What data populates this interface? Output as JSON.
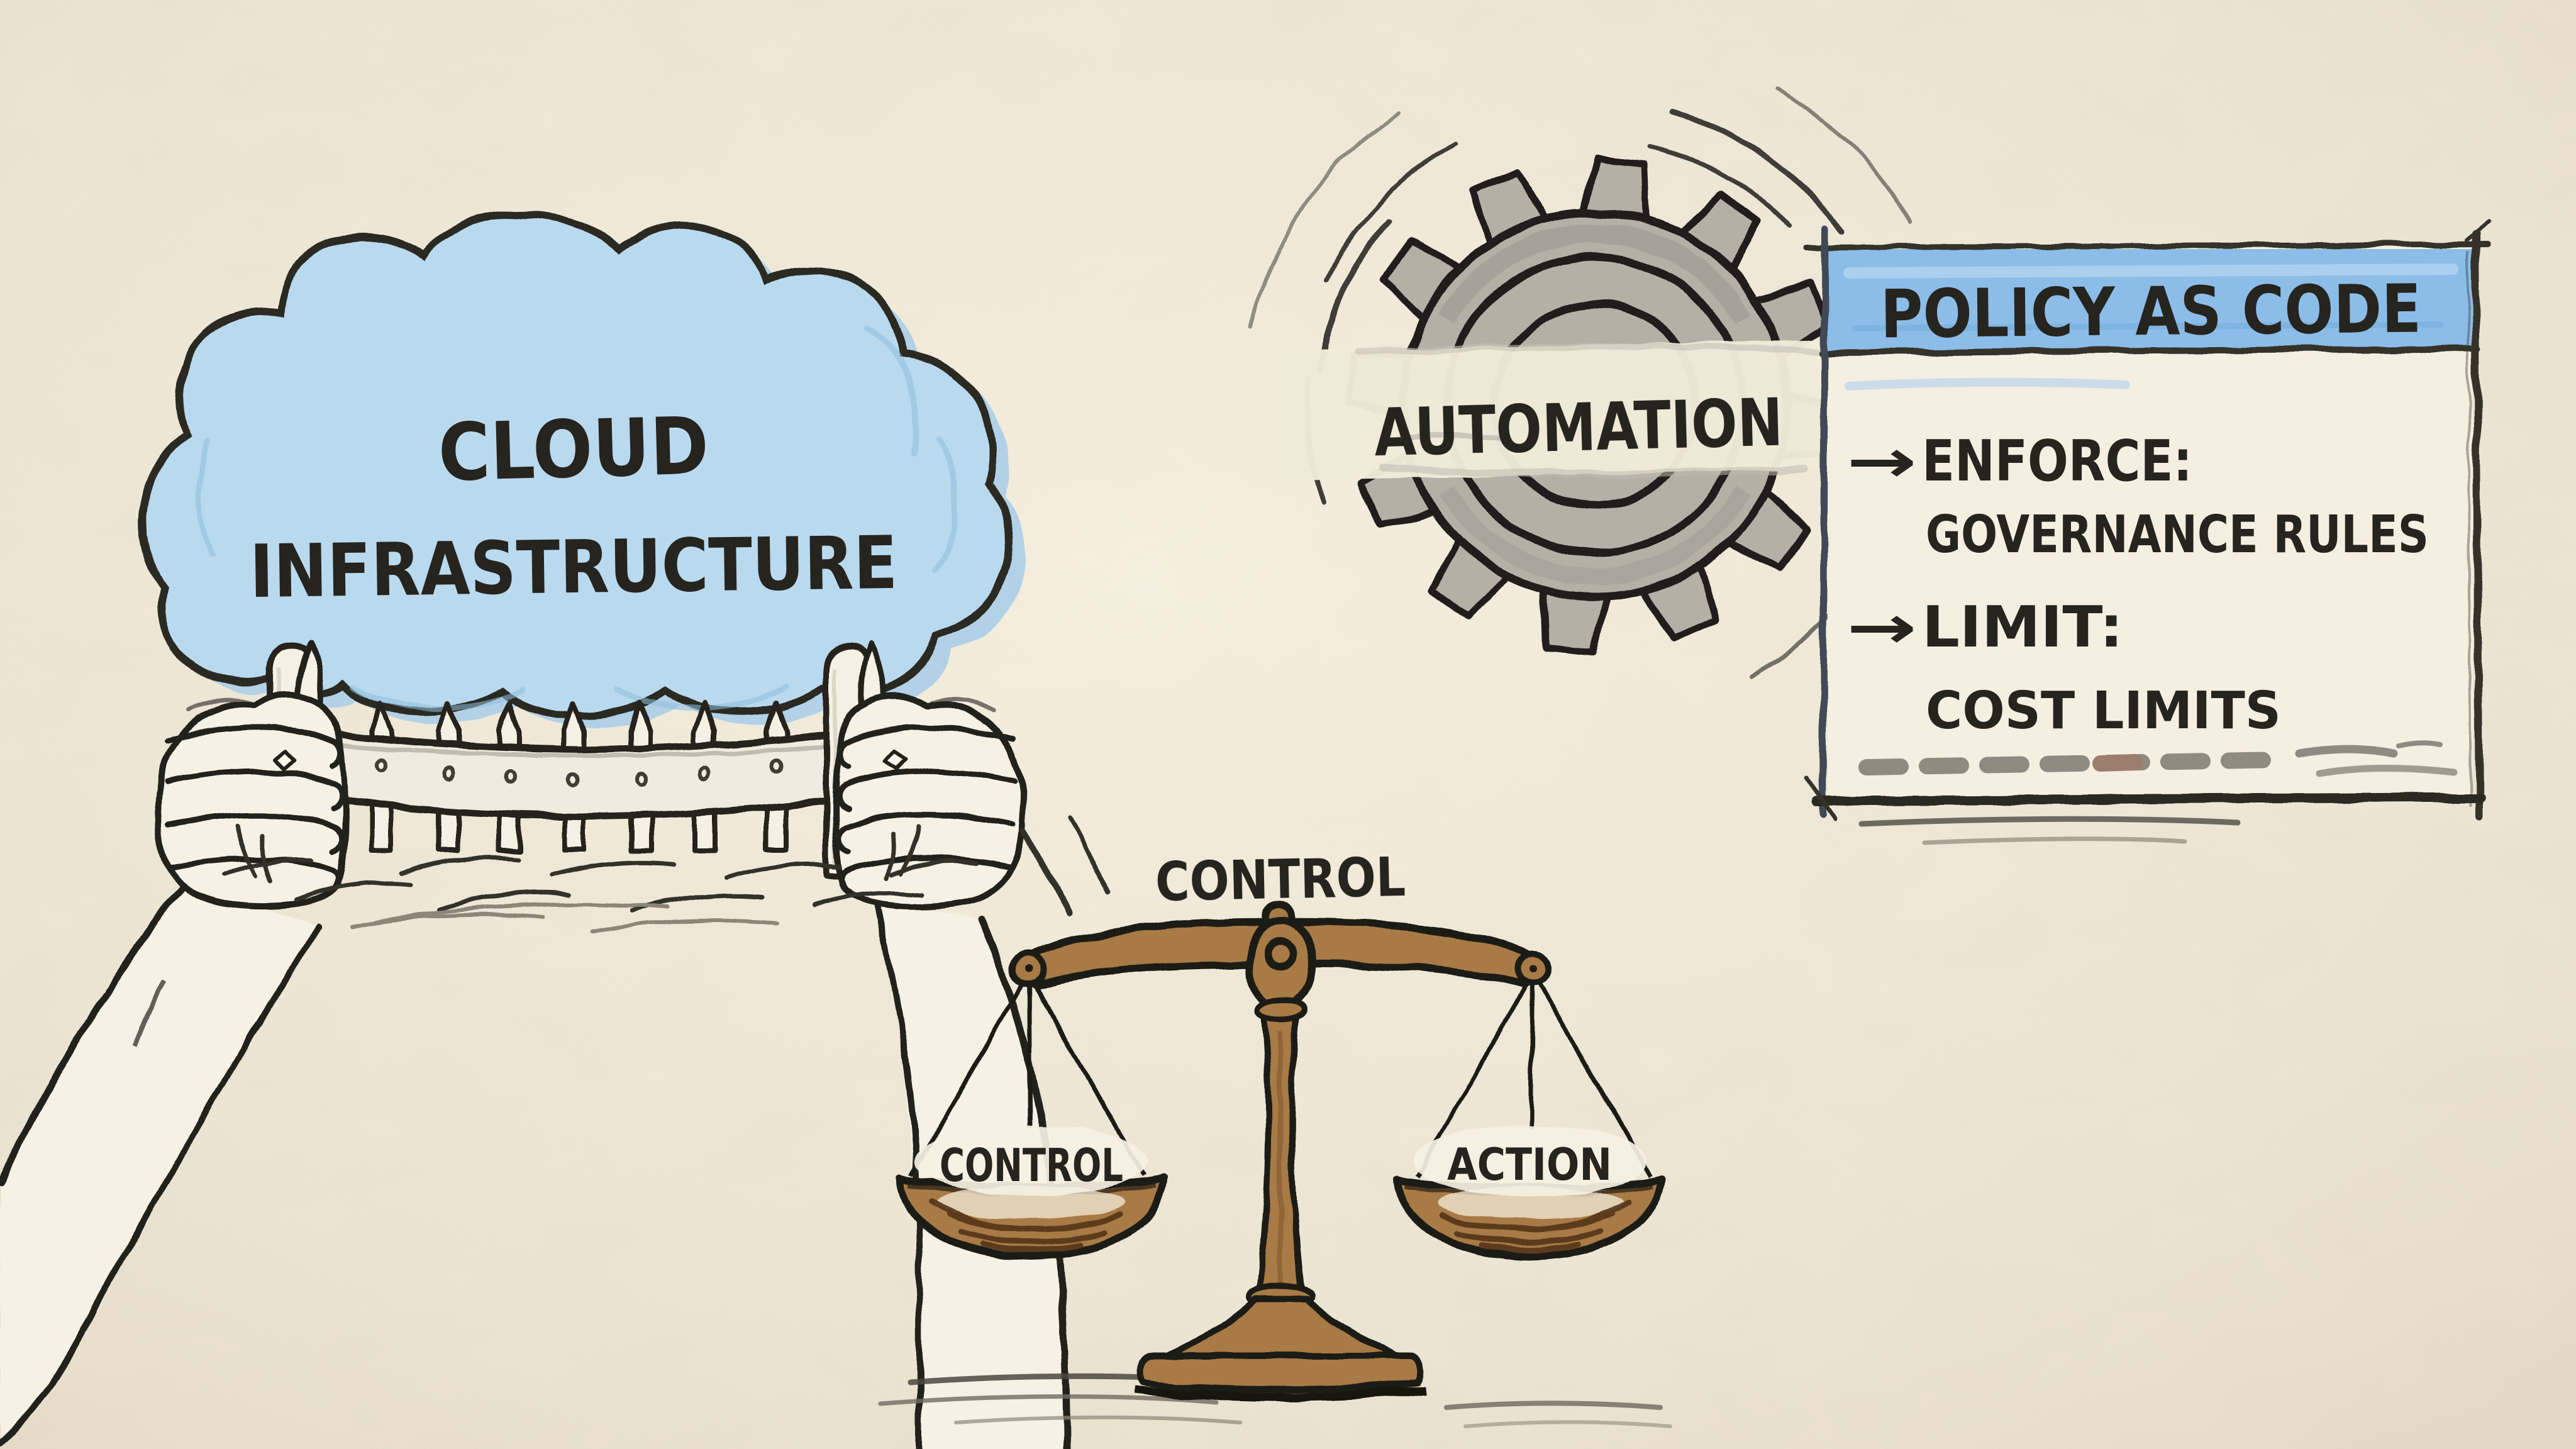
{
  "page": {
    "background": "#f1ead9",
    "ink": "#26241e",
    "style": "hand-drawn whiteboard sketch"
  },
  "cloud": {
    "line1": "CLOUD",
    "line2": "INFRASTRUCTURE",
    "fill": "#b9d9ef",
    "shadow_fill": "#a7cdea"
  },
  "gear": {
    "label": "AUTOMATION",
    "fill": "#b5b0a6"
  },
  "panel": {
    "title": "POLICY AS CODE",
    "header_fill": "#8cbde8",
    "items": [
      {
        "icon": "arrow-right-icon",
        "glyph": "→",
        "label": "ENFORCE:",
        "detail": "GOVERNANCE RULES"
      },
      {
        "icon": "arrow-right-icon",
        "glyph": "→",
        "label": "LIMIT:",
        "detail": "COST LIMITS"
      }
    ]
  },
  "scale": {
    "top_label": "CONTROL",
    "left_pan_label": "CONTROL",
    "right_pan_label": "ACTION",
    "wood": "#a87a45"
  }
}
